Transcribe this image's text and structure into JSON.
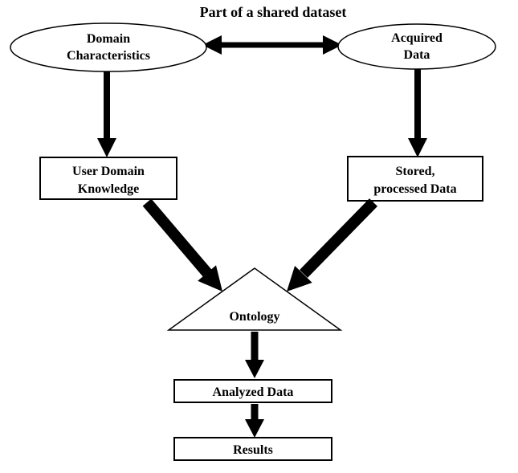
{
  "title": "Part of a shared dataset",
  "nodes": {
    "domain_characteristics": {
      "line1": "Domain",
      "line2": "Characteristics",
      "shape": "ellipse"
    },
    "acquired_data": {
      "line1": "Acquired",
      "line2": "Data",
      "shape": "ellipse"
    },
    "user_domain_knowledge": {
      "line1": "User Domain",
      "line2": "Knowledge",
      "shape": "rectangle"
    },
    "stored_processed_data": {
      "line1": "Stored,",
      "line2": "processed Data",
      "shape": "rectangle"
    },
    "ontology": {
      "label": "Ontology",
      "shape": "triangle"
    },
    "analyzed_data": {
      "label": "Analyzed Data",
      "shape": "rectangle"
    },
    "results": {
      "label": "Results",
      "shape": "rectangle"
    }
  },
  "edges": [
    {
      "from": "domain_characteristics",
      "to": "acquired_data",
      "style": "double-headed-arrow"
    },
    {
      "from": "domain_characteristics",
      "to": "user_domain_knowledge",
      "style": "arrow-down"
    },
    {
      "from": "acquired_data",
      "to": "stored_processed_data",
      "style": "arrow-down"
    },
    {
      "from": "user_domain_knowledge",
      "to": "ontology",
      "style": "thick-diagonal-arrow"
    },
    {
      "from": "stored_processed_data",
      "to": "ontology",
      "style": "thick-diagonal-arrow"
    },
    {
      "from": "ontology",
      "to": "analyzed_data",
      "style": "arrow-down"
    },
    {
      "from": "analyzed_data",
      "to": "results",
      "style": "arrow-down"
    }
  ],
  "colors": {
    "stroke": "#000000",
    "fill": "#ffffff",
    "background": "#ffffff"
  }
}
